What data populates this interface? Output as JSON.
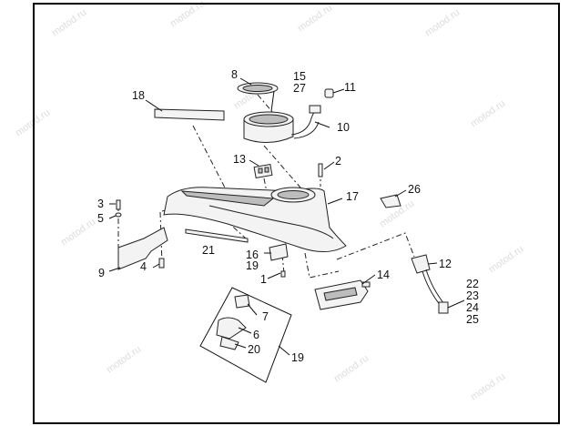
{
  "watermark": "motod.ru",
  "callouts": [
    {
      "id": "c8",
      "text": "8"
    },
    {
      "id": "c15",
      "text": "15"
    },
    {
      "id": "c27",
      "text": "27"
    },
    {
      "id": "c11",
      "text": "11"
    },
    {
      "id": "c18",
      "text": "18"
    },
    {
      "id": "c10",
      "text": "10"
    },
    {
      "id": "c13",
      "text": "13"
    },
    {
      "id": "c2",
      "text": "2"
    },
    {
      "id": "c17",
      "text": "17"
    },
    {
      "id": "c26",
      "text": "26"
    },
    {
      "id": "c3",
      "text": "3"
    },
    {
      "id": "c5",
      "text": "5"
    },
    {
      "id": "c21",
      "text": "21"
    },
    {
      "id": "c16",
      "text": "16"
    },
    {
      "id": "c19a",
      "text": "19"
    },
    {
      "id": "c9",
      "text": "9"
    },
    {
      "id": "c4",
      "text": "4"
    },
    {
      "id": "c1",
      "text": "1"
    },
    {
      "id": "c14",
      "text": "14"
    },
    {
      "id": "c12",
      "text": "12"
    },
    {
      "id": "c22",
      "text": "22"
    },
    {
      "id": "c23",
      "text": "23"
    },
    {
      "id": "c24",
      "text": "24"
    },
    {
      "id": "c25",
      "text": "25"
    },
    {
      "id": "c7",
      "text": "7"
    },
    {
      "id": "c6",
      "text": "6"
    },
    {
      "id": "c20",
      "text": "20"
    },
    {
      "id": "c19b",
      "text": "19"
    }
  ]
}
